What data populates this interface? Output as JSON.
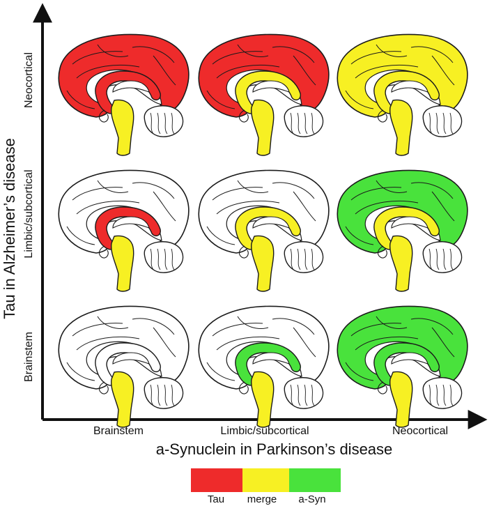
{
  "colors": {
    "tau": "#ee2b2b",
    "merge": "#f7f023",
    "asyn": "#49e23c",
    "none": "#ffffff",
    "stroke": "#1a1a1a"
  },
  "axes": {
    "x_title": "a-Synuclein in Parkinson’s disease",
    "y_title": "Tau in Alzheimer’s disease",
    "x_ticks": [
      "Brainstem",
      "Limbic/subcortical",
      "Neocortical"
    ],
    "y_ticks": [
      "Neocortical",
      "Limbic/subcortical",
      "Brainstem"
    ]
  },
  "grid": [
    [
      {
        "cortex": "tau",
        "limbic": "tau",
        "stem": "merge"
      },
      {
        "cortex": "tau",
        "limbic": "merge",
        "stem": "merge"
      },
      {
        "cortex": "merge",
        "limbic": "merge",
        "stem": "merge"
      }
    ],
    [
      {
        "cortex": "none",
        "limbic": "tau",
        "stem": "merge"
      },
      {
        "cortex": "none",
        "limbic": "merge",
        "stem": "merge"
      },
      {
        "cortex": "asyn",
        "limbic": "merge",
        "stem": "merge"
      }
    ],
    [
      {
        "cortex": "none",
        "limbic": "none",
        "stem": "merge"
      },
      {
        "cortex": "none",
        "limbic": "asyn",
        "stem": "merge"
      },
      {
        "cortex": "asyn",
        "limbic": "asyn",
        "stem": "merge"
      }
    ]
  ],
  "legend": [
    {
      "label": "Tau",
      "color": "tau"
    },
    {
      "label": "merge",
      "color": "merge"
    },
    {
      "label": "a-Syn",
      "color": "asyn"
    }
  ]
}
